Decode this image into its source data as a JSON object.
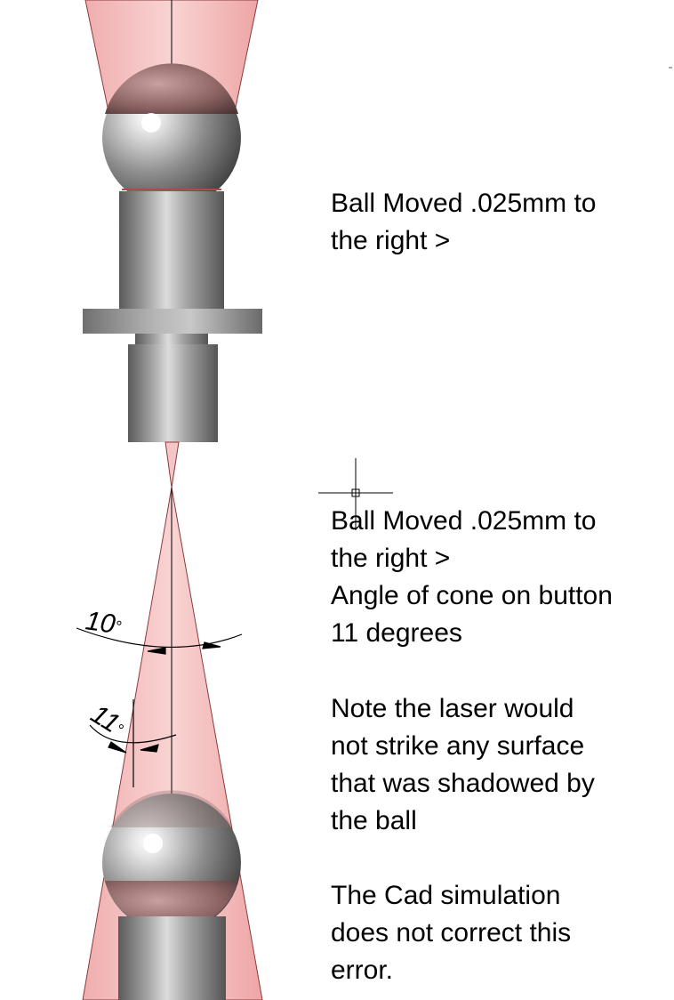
{
  "notes": {
    "top": "Ball Moved .025mm to\nthe right >",
    "bottom_1": "Ball Moved .025mm to\nthe right >\nAngle of cone on button\n11 degrees",
    "bottom_2": "Note the laser would\nnot strike any surface\nthat was shadowed by\nthe ball",
    "bottom_3": "The Cad simulation\ndoes not correct this\nerror."
  },
  "dimensions": {
    "angle_upper": "10",
    "angle_lower": "11",
    "degree_symbol": "°"
  },
  "colors": {
    "laser_cone": "#f2b8b8",
    "laser_edge": "#7a2a2a",
    "ball_metal": "#8f8f8f",
    "shaft_metal": "#9a9a9a",
    "ball_reflection_tint": "#8a6060"
  }
}
